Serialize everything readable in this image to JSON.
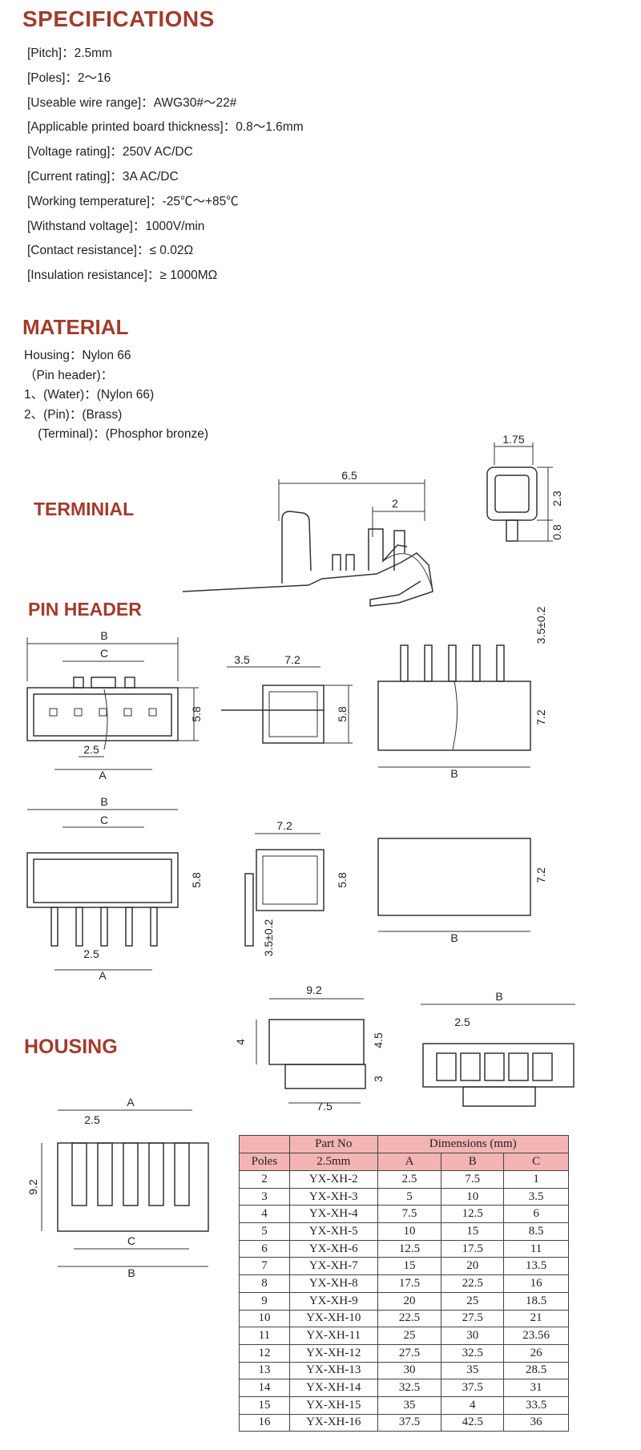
{
  "specifications": {
    "title": "SPECIFICATIONS",
    "items": [
      "[Pitch]：2.5mm",
      "[Poles]：2～16",
      "[Useable wire range]：AWG30#～22#",
      "[Applicable printed board thickness]：0.8～1.6mm",
      "[Voltage rating]：250V AC/DC",
      "[Current rating]：3A  AC/DC",
      "[Working temperature]：-25℃～+85℃",
      "[Withstand voltage]：1000V/min",
      "[Contact resistance]：≤ 0.02Ω",
      "[Insulation resistance]：≥ 1000MΩ"
    ]
  },
  "material": {
    "title": "MATERIAL",
    "lines": [
      "Housing：Nylon 66",
      "（Pin header)：",
      "1、(Water)：(Nylon 66)",
      "2、(Pin)：(Brass)",
      "    (Terminal)：(Phosphor bronze)"
    ]
  },
  "terminal": {
    "title": "TERMINIAL",
    "dims": {
      "length": "6.5",
      "crimp": "2",
      "width": "1.75",
      "height": "2.3",
      "base": "0.8"
    }
  },
  "pin_header": {
    "title": "PIN HEADER",
    "dims": {
      "b": "B",
      "c": "C",
      "a": "A",
      "pitch": "2.5",
      "height": "5.8",
      "d35": "3.5",
      "d72": "7.2",
      "pin_len": "3.5±0.2",
      "side_h": "7.2"
    }
  },
  "housing": {
    "title": "HOUSING",
    "dims": {
      "w92": "9.2",
      "h4": "4",
      "h45": "4.5",
      "h3": "3",
      "w75": "7.5",
      "b": "B",
      "pitch": "2.5",
      "a": "A",
      "c": "C",
      "h92": "9.2"
    }
  },
  "table": {
    "header_part_no": "Part No",
    "header_dimensions": "Dimensions (mm)",
    "header_poles": "Poles",
    "header_pitch": "2.5mm",
    "header_a": "A",
    "header_b": "B",
    "header_c": "C",
    "rows": [
      [
        "2",
        "YX-XH-2",
        "2.5",
        "7.5",
        "1"
      ],
      [
        "3",
        "YX-XH-3",
        "5",
        "10",
        "3.5"
      ],
      [
        "4",
        "YX-XH-4",
        "7.5",
        "12.5",
        "6"
      ],
      [
        "5",
        "YX-XH-5",
        "10",
        "15",
        "8.5"
      ],
      [
        "6",
        "YX-XH-6",
        "12.5",
        "17.5",
        "11"
      ],
      [
        "7",
        "YX-XH-7",
        "15",
        "20",
        "13.5"
      ],
      [
        "8",
        "YX-XH-8",
        "17.5",
        "22.5",
        "16"
      ],
      [
        "9",
        "YX-XH-9",
        "20",
        "25",
        "18.5"
      ],
      [
        "10",
        "YX-XH-10",
        "22.5",
        "27.5",
        "21"
      ],
      [
        "11",
        "YX-XH-11",
        "25",
        "30",
        "23.56"
      ],
      [
        "12",
        "YX-XH-12",
        "27.5",
        "32.5",
        "26"
      ],
      [
        "13",
        "YX-XH-13",
        "30",
        "35",
        "28.5"
      ],
      [
        "14",
        "YX-XH-14",
        "32.5",
        "37.5",
        "31"
      ],
      [
        "15",
        "YX-XH-15",
        "35",
        "4",
        "33.5"
      ],
      [
        "16",
        "YX-XH-16",
        "37.5",
        "42.5",
        "36"
      ]
    ]
  }
}
